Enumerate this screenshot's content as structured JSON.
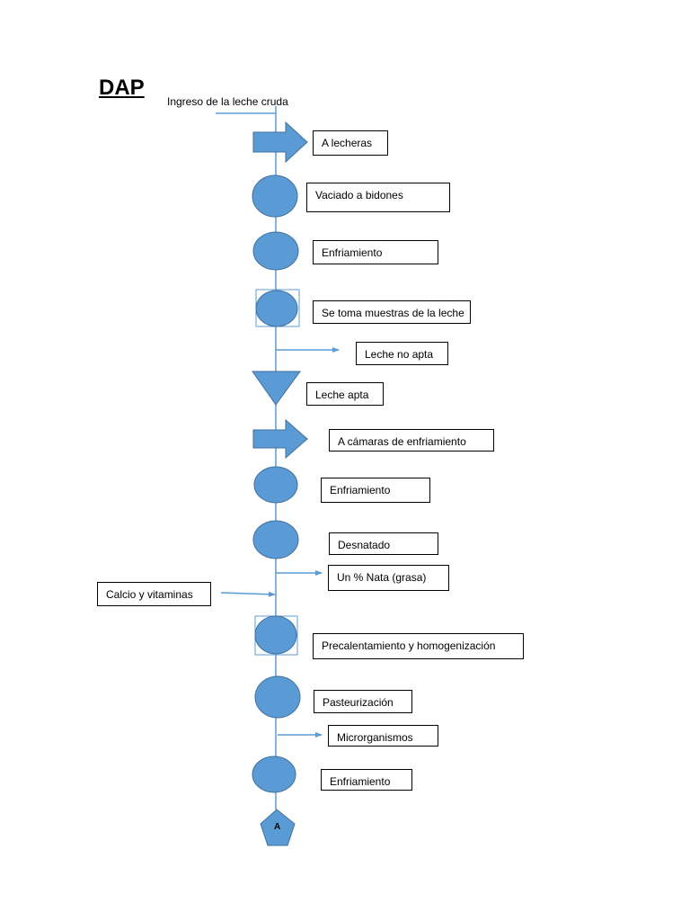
{
  "title": "DAP",
  "input_label": "Ingreso de la leche cruda",
  "steps": [
    {
      "symbol": "transport",
      "label": "A lecheras"
    },
    {
      "symbol": "operation",
      "label": "Vaciado a bidones"
    },
    {
      "symbol": "operation",
      "label": "Enfriamiento"
    },
    {
      "symbol": "operation-inspection",
      "label": "Se toma muestras de la leche"
    },
    {
      "symbol": "output",
      "label": "Leche no apta"
    },
    {
      "symbol": "storage",
      "label": "Leche apta"
    },
    {
      "symbol": "transport",
      "label": "A cámaras de enfriamiento"
    },
    {
      "symbol": "operation",
      "label": "Enfriamiento"
    },
    {
      "symbol": "operation",
      "label": "Desnatado"
    },
    {
      "symbol": "output",
      "label": "Un % Nata (grasa)"
    },
    {
      "symbol": "input",
      "label": "Calcio y vitaminas"
    },
    {
      "symbol": "operation-inspection",
      "label": "Precalentamiento y homogenización"
    },
    {
      "symbol": "operation",
      "label": "Pasteurización"
    },
    {
      "symbol": "output",
      "label": "Microrganismos"
    },
    {
      "symbol": "operation",
      "label": "Enfriamiento"
    }
  ],
  "connector": {
    "symbol": "off-page-connector",
    "label": "A"
  },
  "colors": {
    "fill": "#5b9bd5",
    "stroke": "#41719c",
    "arrow": "#5b9bd5",
    "line": "#5b9bd5"
  }
}
